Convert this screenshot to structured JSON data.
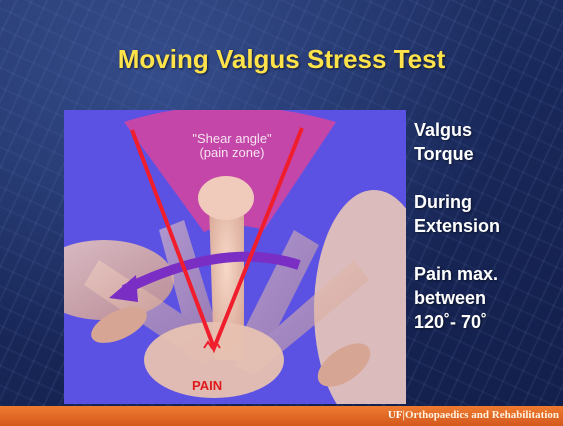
{
  "slide": {
    "title": "Moving Valgus Stress Test",
    "illustration": {
      "zone_label_line1": "\"Shear angle\"",
      "zone_label_line2": "(pain zone)",
      "pain_label": "PAIN"
    },
    "bullets": [
      {
        "lines": [
          "Valgus",
          "Torque"
        ]
      },
      {
        "lines": [
          "During",
          "Extension"
        ]
      },
      {
        "lines": [
          "Pain max.",
          "between",
          "120˚- 70˚"
        ]
      }
    ],
    "footer": {
      "logo": "UF",
      "separator": "|",
      "department": "Orthopaedics and Rehabilitation"
    }
  }
}
